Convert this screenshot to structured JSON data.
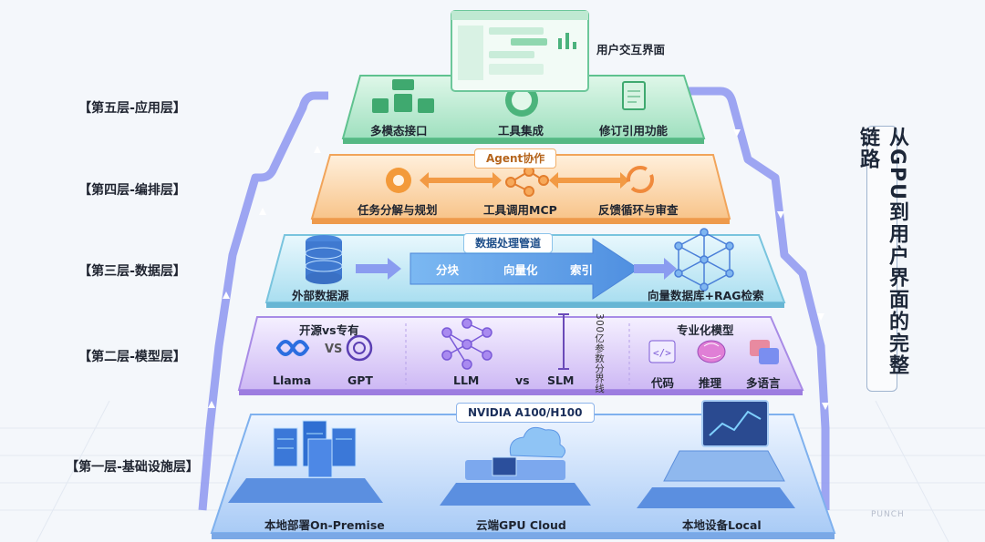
{
  "side_title": "从GPU到用户界面的完整链路",
  "top_screen": {
    "label": "用户交互界面"
  },
  "layers": {
    "l5": {
      "label": "【第五层-应用层】",
      "items": [
        "多模态接口",
        "工具集成",
        "修订引用功能"
      ]
    },
    "l4": {
      "label": "【第四层-编排层】",
      "tag": "Agent协作",
      "items": [
        "任务分解与规划",
        "工具调用MCP",
        "反馈循环与审查"
      ]
    },
    "l3": {
      "label": "【第三层-数据层】",
      "tag": "数据处理管道",
      "source": "外部数据源",
      "pipeline": [
        "分块",
        "向量化",
        "索引"
      ],
      "target": "向量数据库+RAG检索"
    },
    "l2": {
      "label": "【第二层-模型层】",
      "open_vs_closed": "开源vs专有",
      "llama": "Llama",
      "vs_small": "VS",
      "gpt": "GPT",
      "llm": "LLM",
      "vs": "vs",
      "slm": "SLM",
      "boundary_note": "300亿参数分界线",
      "specialized_title": "专业化模型",
      "specialized": [
        "代码",
        "推理",
        "多语言"
      ]
    },
    "l1": {
      "label": "【第一层-基础设施层】",
      "tag": "NVIDIA A100/H100",
      "items": [
        "本地部署On-Premise",
        "云端GPU Cloud",
        "本地设备Local"
      ]
    }
  },
  "watermark": "PUNCH",
  "colors": {
    "app": "#7fd8a8",
    "orchestration": "#f8c48a",
    "data": "#9fdcef",
    "model": "#c9b5f2",
    "infra": "#9cc3f5",
    "arrow": "#6f7de8"
  }
}
